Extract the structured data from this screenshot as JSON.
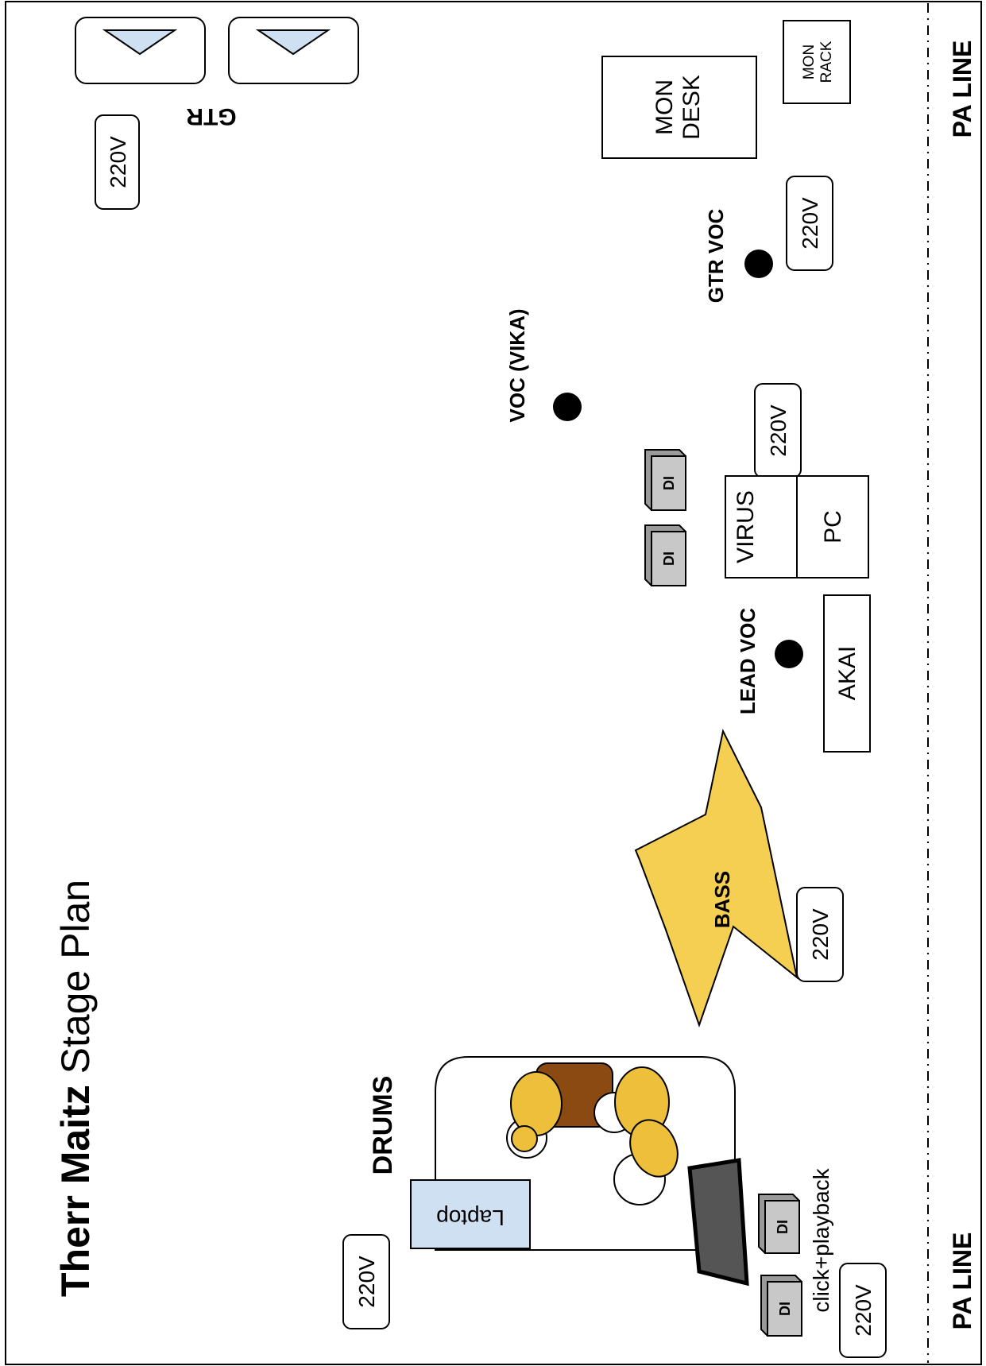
{
  "title": {
    "bold": "Therr Maitz",
    "rest": " Stage Plan"
  },
  "pa_line": "PA LINE",
  "power": "220V",
  "positions": {
    "gtr": "GTR",
    "gtr_voc": "GTR VOC",
    "voc_vika": "VOC (VIKA)",
    "lead_voc": "LEAD VOC",
    "drums": "DRUMS",
    "bass": "BASS"
  },
  "equipment": {
    "mon_desk": [
      "MON",
      "DESK"
    ],
    "mon_rack": [
      "MON",
      "RACK"
    ],
    "virus": "VIRUS",
    "pc": "PC",
    "akai": "AKAI",
    "laptop": "Laptop",
    "di": "DI",
    "click_playback": "click+playback"
  },
  "colors": {
    "star_fill": "#f5cf52",
    "cymbal_fill": "#edbf3a",
    "snare_fill": "#8b4a12",
    "wedge_fill": "#cfe0f3",
    "laptop_fill": "#cfe0f3",
    "di_fill": "#c8c8c8",
    "drum_monitor_fill": "#555555"
  }
}
